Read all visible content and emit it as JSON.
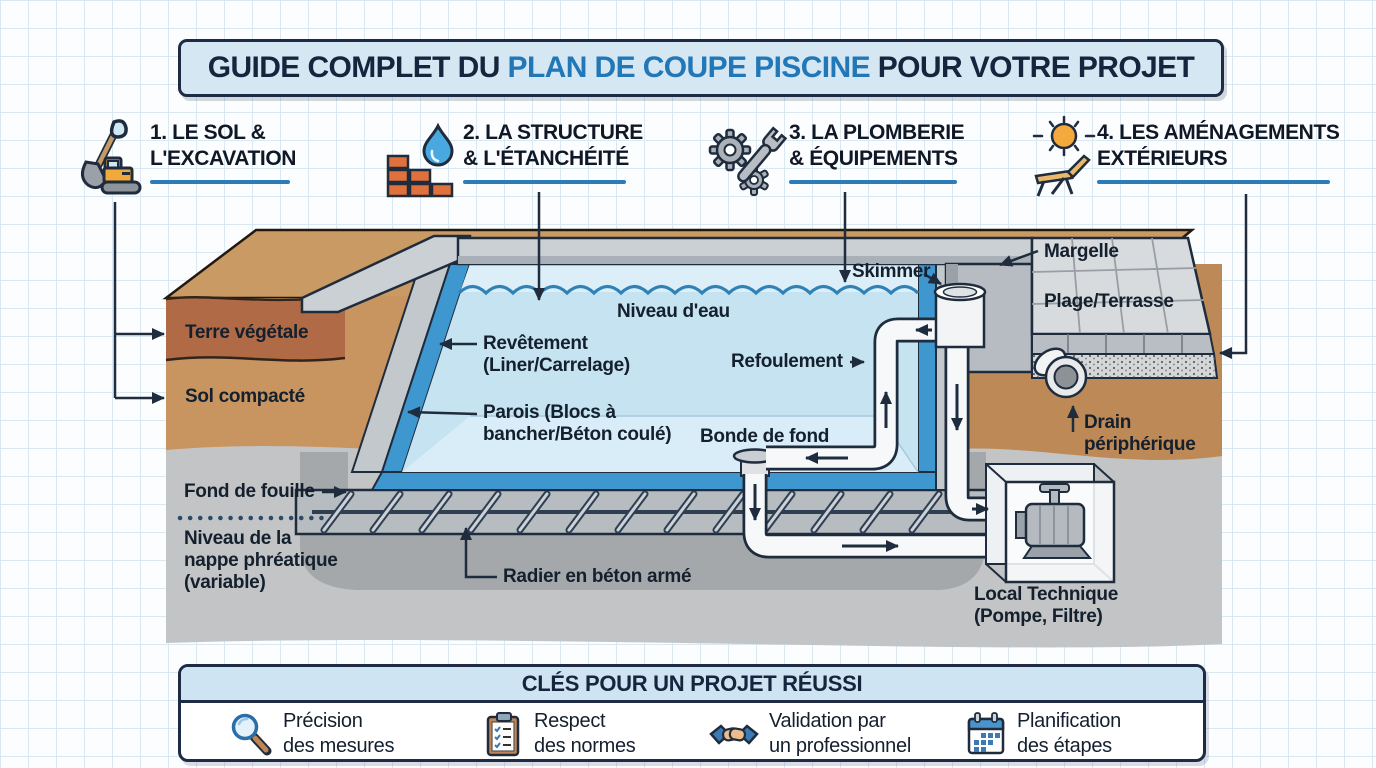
{
  "title": {
    "part1": "GUIDE COMPLET DU ",
    "highlight": "PLAN DE COUPE PISCINE",
    "part2": " POUR VOTRE PROJET"
  },
  "steps": [
    {
      "label": "1. LE SOL &\nL'EXCAVATION",
      "icon": "shovel-excavator-icon"
    },
    {
      "label": "2. LA STRUCTURE\n& L'ÉTANCHÉITÉ",
      "icon": "bricks-waterdrop-icon"
    },
    {
      "label": "3. LA PLOMBERIE\n& ÉQUIPEMENTS",
      "icon": "gears-wrench-icon"
    },
    {
      "label": "4. LES AMÉNAGEMENTS\nEXTÉRIEURS",
      "icon": "sun-lounger-icon"
    }
  ],
  "diagram_labels": {
    "terre_vegetale": "Terre végétale",
    "sol_compacte": "Sol compacté",
    "revetement": "Revêtement\n(Liner/Carrelage)",
    "parois": "Parois (Blocs à\nbancher/Béton coulé)",
    "niveau_eau": "Niveau d'eau",
    "skimmer": "Skimmer",
    "refoulement": "Refoulement",
    "bonde_de_fond": "Bonde de fond",
    "margelle": "Margelle",
    "plage_terrasse": "Plage/Terrasse",
    "drain_peripherique": "Drain\npériphérique",
    "fond_de_fouille": "Fond de fouille",
    "nappe_phreatique": "Niveau de la\nnappe phréatique\n(variable)",
    "radier": "Radier en béton armé",
    "local_technique": "Local Technique\n(Pompe, Filtre)"
  },
  "footer": {
    "title": "CLÉS POUR UN PROJET RÉUSSI",
    "items": [
      {
        "label": "Précision\ndes mesures",
        "icon": "magnifier-icon"
      },
      {
        "label": "Respect\ndes normes",
        "icon": "clipboard-icon"
      },
      {
        "label": "Validation par\nun professionnel",
        "icon": "handshake-icon"
      },
      {
        "label": "Planification\ndes étapes",
        "icon": "calendar-icon"
      }
    ]
  },
  "colors": {
    "accent_blue": "#2278b7",
    "dark_navy": "#1f2c3d",
    "banner_bg": "#d6e7f4",
    "underline_blue": "#2b7cb9",
    "terre_vegetale": "#b06a45",
    "sol_compacte": "#c8945f",
    "soil_right": "#bd8a57",
    "subsoil_gray": "#c3c4c5",
    "backfill_gray": "#a4a8ab",
    "liner_blue": "#3f97cf",
    "water_blue": "#c6e3f1",
    "concrete": "#cbd0d5",
    "pipe_white": "#f6f8f9",
    "terrace_gray": "#d8dbde"
  }
}
